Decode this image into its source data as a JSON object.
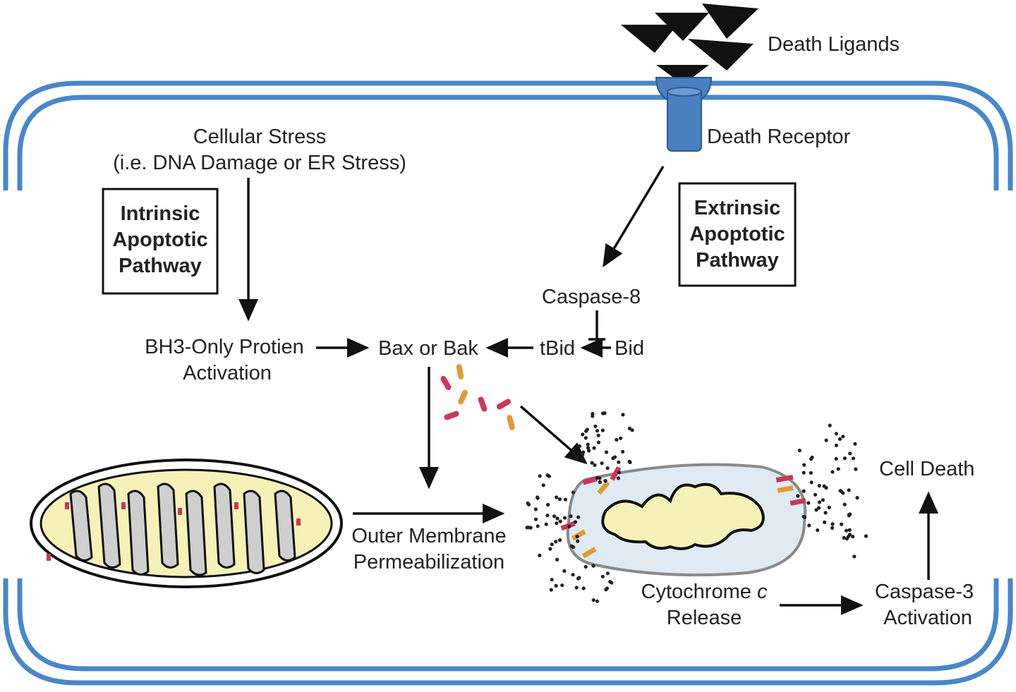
{
  "labels": {
    "death_ligands": "Death Ligands",
    "death_receptor": "Death Receptor",
    "cellular_stress_1": "Cellular Stress",
    "cellular_stress_2": "(i.e. DNA Damage or ER Stress)",
    "intrinsic_1": "Intrinsic",
    "intrinsic_2": "Apoptotic",
    "intrinsic_3": "Pathway",
    "extrinsic_1": "Extrinsic",
    "extrinsic_2": "Apoptotic",
    "extrinsic_3": "Pathway",
    "caspase8": "Caspase-8",
    "bh3_1": "BH3-Only Protien",
    "bh3_2": "Activation",
    "bax_bak": "Bax or Bak",
    "tbid": "tBid",
    "bid": "Bid",
    "outer_membrane_1": "Outer Membrane",
    "outer_membrane_2": "Permeabilization",
    "cyto_1": "Cytochrome ",
    "cyto_c": "c",
    "cyto_2": "Release",
    "caspase3_1": "Caspase-3",
    "caspase3_2": "Activation",
    "cell_death": "Cell Death"
  },
  "colors": {
    "membrane": "#4a86c8",
    "receptor": "#4a7fc0",
    "mito_fill": "#f6f1b8",
    "protein_red": "#c8385a",
    "protein_orange": "#e09a3a",
    "cyto_dot": "#222222"
  }
}
